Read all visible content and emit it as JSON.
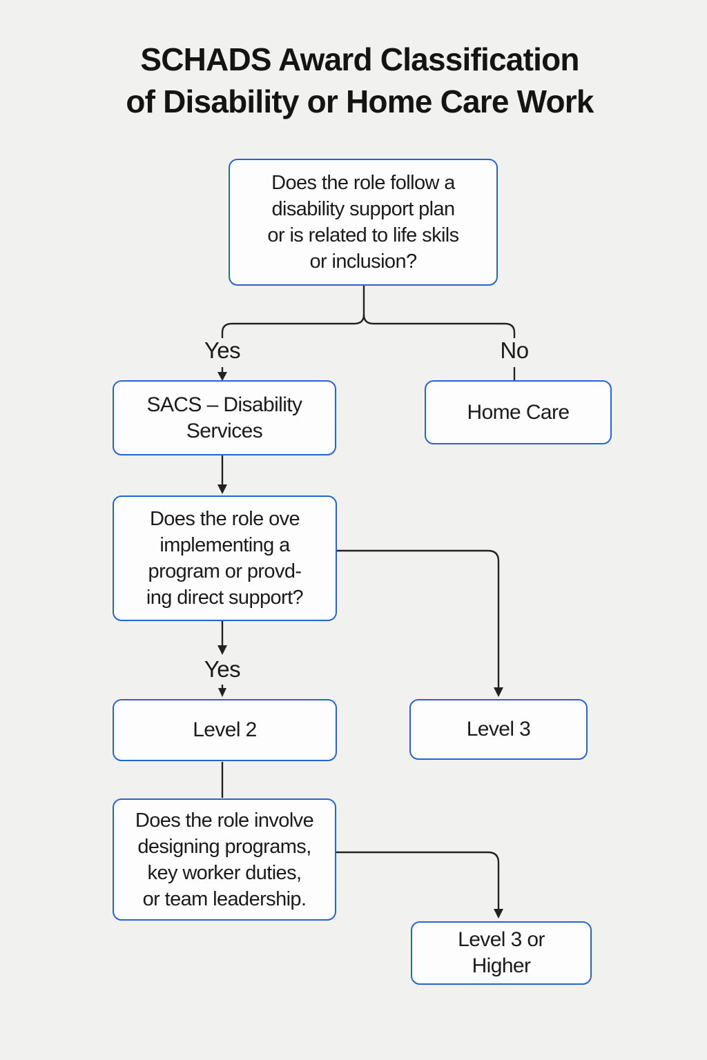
{
  "title": {
    "line1": "SCHADS Award Classification",
    "line2": "of Disability or Home Care Work"
  },
  "colors": {
    "background": "#f1f1ef",
    "box_fill": "#fdfdfd",
    "box_border_blue": "#2563d4",
    "connector": "#222222",
    "text": "#1b1b1b"
  },
  "nodes": {
    "q1": {
      "lines": [
        "Does the role follow a",
        "disability support plan",
        "or is related to life skils",
        "or inclusion?"
      ]
    },
    "sacs": {
      "lines": [
        "SACS – Disability",
        "Services"
      ]
    },
    "home_care": {
      "lines": [
        "Home Care"
      ]
    },
    "q2": {
      "lines": [
        "Does the role ove",
        "implementing a",
        "program or provd-",
        "ing direct support?"
      ]
    },
    "level2": {
      "lines": [
        "Level 2"
      ]
    },
    "level3": {
      "lines": [
        "Level 3"
      ]
    },
    "q3": {
      "lines": [
        "Does the role involve",
        "designing programs,",
        "key worker duties,",
        "or team leadership."
      ]
    },
    "level3_higher": {
      "lines": [
        "Level 3 or",
        "Higher"
      ]
    }
  },
  "edge_labels": {
    "yes1": "Yes",
    "no1": "No",
    "yes2": "Yes"
  }
}
